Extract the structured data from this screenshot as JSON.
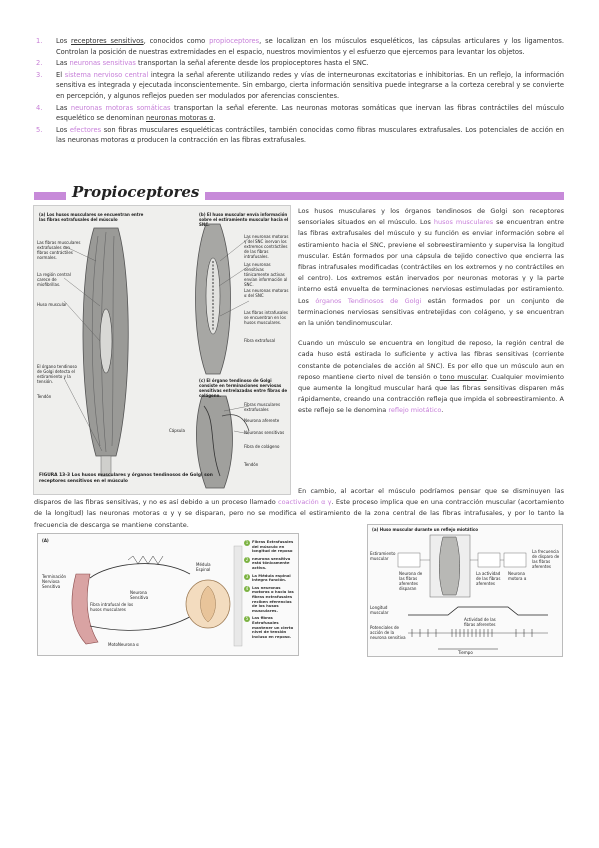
{
  "list": [
    {
      "num": "1.",
      "before": "Los ",
      "u": "receptores sensitivos",
      "mid": ", conocidos como ",
      "p": "propioceptores",
      "after": ", se localizan en los músculos esqueléticos, las cápsulas articulares y los ligamentos. Controlan la posición de nuestras extremidades en el espacio, nuestros movimientos y el esfuerzo que ejercemos para levantar los objetos."
    },
    {
      "num": "2.",
      "before": "Las ",
      "p": "neuronas sensitivas",
      "after": " transportan la señal aferente desde los propioceptores hasta el SNC."
    },
    {
      "num": "3.",
      "before": "El ",
      "p": "sistema nervioso central",
      "after": " integra la señal aferente utilizando redes y vías de interneuronas excitatorias e inhibitorias. En un reflejo, la información sensitiva es integrada y ejecutada inconscientemente. Sin embargo, cierta información sensitiva puede integrarse a la corteza cerebral y se convierte en percepción, y algunos reflejos pueden ser modulados por aferencias conscientes."
    },
    {
      "num": "4.",
      "before": "Las ",
      "p": "neuronas motoras somáticas",
      "after": " transportan la señal eferente. Las neuronas motoras somáticas que inervan las fibras contráctiles del músculo esquelético se denominan ",
      "u2": "neuronas motoras α",
      "end": "."
    },
    {
      "num": "5.",
      "before": "Los ",
      "p": "efectores",
      "after": " son fibras musculares esqueléticas contráctiles, también conocidas como fibras musculares extrafusales. Los potenciales de acción en las neuronas motoras α producen la contracción en las fibras extrafusales."
    }
  ],
  "section_title": "Propioceptores",
  "figure1": {
    "label_a": "(a) Los husos musculares se encuentran entre las fibras extrafusales del músculo",
    "label_b": "(b) El huso muscular envía información sobre el estiramiento muscular hacia el SNC.",
    "label_c": "(c) El órgano tendinoso de Golgi consiste en terminaciones nerviosas sensitivas entrelazadas entre fibras de colágeno.",
    "labels_left": [
      "Las fibras musculares extrafusales son fibras contráctiles normales.",
      "La región central carece de miofibrillas.",
      "Huso muscular",
      "El órgano tendinoso de Golgi detecta el estiramiento y la tensión.",
      "Tendón"
    ],
    "labels_right": [
      "Las neuronas motoras γ del SNC inervan los extremos contráctiles de las fibras intrafusales.",
      "Las neuronas sensitivas tónicamente activas envían información al SNC.",
      "Las neuronas motoras α del SNC",
      "Las fibras intrafusales se encuentran en los husos musculares.",
      "Fibra extrafusal",
      "Fibras musculares extrafusales",
      "Neurona aferente",
      "Neuronas sensitivas",
      "Fibra de colágeno",
      "Tendón",
      "Cápsula"
    ],
    "caption": "FIGURA 13-3 Los husos musculares y órganos tendinosos de Golgi son receptores sensitivos en el músculo"
  },
  "right_paragraphs": [
    {
      "a": "Los husos musculares y los órganos tendinosos de Golgi son receptores sensoriales situados en el músculo. Los ",
      "p": "husos musculares",
      "b": " se encuentran entre las fibras extrafusales del músculo y su función es enviar información sobre el estiramiento hacia el SNC, previene el sobreestiramiento y supervisa la longitud muscular. Están formados por una cápsula de tejido conectivo que encierra las fibras intrafusales modificadas (contráctiles en los extremos y no contráctiles en el centro). Los extremos están inervados por neuronas motoras γ y la parte interno está envuelta de terminaciones nerviosas estimuladas por estiramiento. Los ",
      "p2": "órganos Tendinosos de Golgi",
      "c": " están formados por un conjunto de terminaciones nerviosas sensitivas entretejidas con colágeno, y se encuentran en la unión tendinomuscular."
    },
    {
      "a": "Cuando un músculo se encuentra en longitud de reposo, la región central de cada huso está estirada lo suficiente y activa las fibras sensitivas (corriente constante de potenciales de acción al SNC). Es por ello que un músculo aun en reposo mantiene cierto nivel de tensión o ",
      "u": "tono muscular",
      "b": ". Cualquier movimiento que aumente la longitud muscular hará que las fibras sensitivas disparen más rápidamente, creando una contracción refleja que impida el sobreestiramiento. A este reflejo se le denomina ",
      "p": "reflejo miotático",
      "c": "."
    }
  ],
  "full_paragraph": {
    "a": "En cambio, al acortar el músculo podríamos pensar que se disminuyen las disparos de las fibras sensitivas, y no es así debido a un proceso llamado ",
    "p": "coactivación α γ",
    "b": ". Este proceso implica que en una contracción muscular (acortamiento de la longitud) las neuronas motoras α y γ se disparan, pero no se modifica el estiramiento de la zona central de las fibras intrafusales, y por lo tanto la frecuencia de descarga se mantiene constante."
  },
  "figure2": {
    "panel": "(A)",
    "left_labels": [
      "Terminación Nerviosa Sensitiva",
      "Neurona Sensitiva",
      "Fibra intrafusal de los husos musculares",
      "MotoNeurona α"
    ],
    "spinal": "Médula Espinal",
    "steps": [
      {
        "n": "1",
        "text": "Fibras Extrafusales del músculo en longitud de reposo"
      },
      {
        "n": "2",
        "text": "neurona sensitiva está tónicamente activa."
      },
      {
        "n": "3",
        "text": "La Médula espinal integra función."
      },
      {
        "n": "4",
        "text": "Las neuronas motoras α hacia las fibras extrafusales reciben eferencias de los husos musculares."
      },
      {
        "n": "5",
        "text": "Las fibras Extrafusales mantener un cierto nivel de tensión incluso en reposo."
      }
    ]
  },
  "figure3": {
    "title": "(a) Huso muscular durante un reflejo miotático",
    "labels": [
      "Estiramiento muscular",
      "Neurona de las fibras aferentes disparan",
      "La actividad de las fibras aferentes",
      "Neurona motora α",
      "La frecuencia de disparo de las fibras aferentes",
      "Longitud muscular",
      "Actividad de las fibras aferentes",
      "Potenciales de acción de la neurona sensitiva",
      "Tiempo"
    ]
  },
  "colors": {
    "accent": "#c78ad9",
    "text": "#333333",
    "highlight_text": "#c67ed8"
  }
}
